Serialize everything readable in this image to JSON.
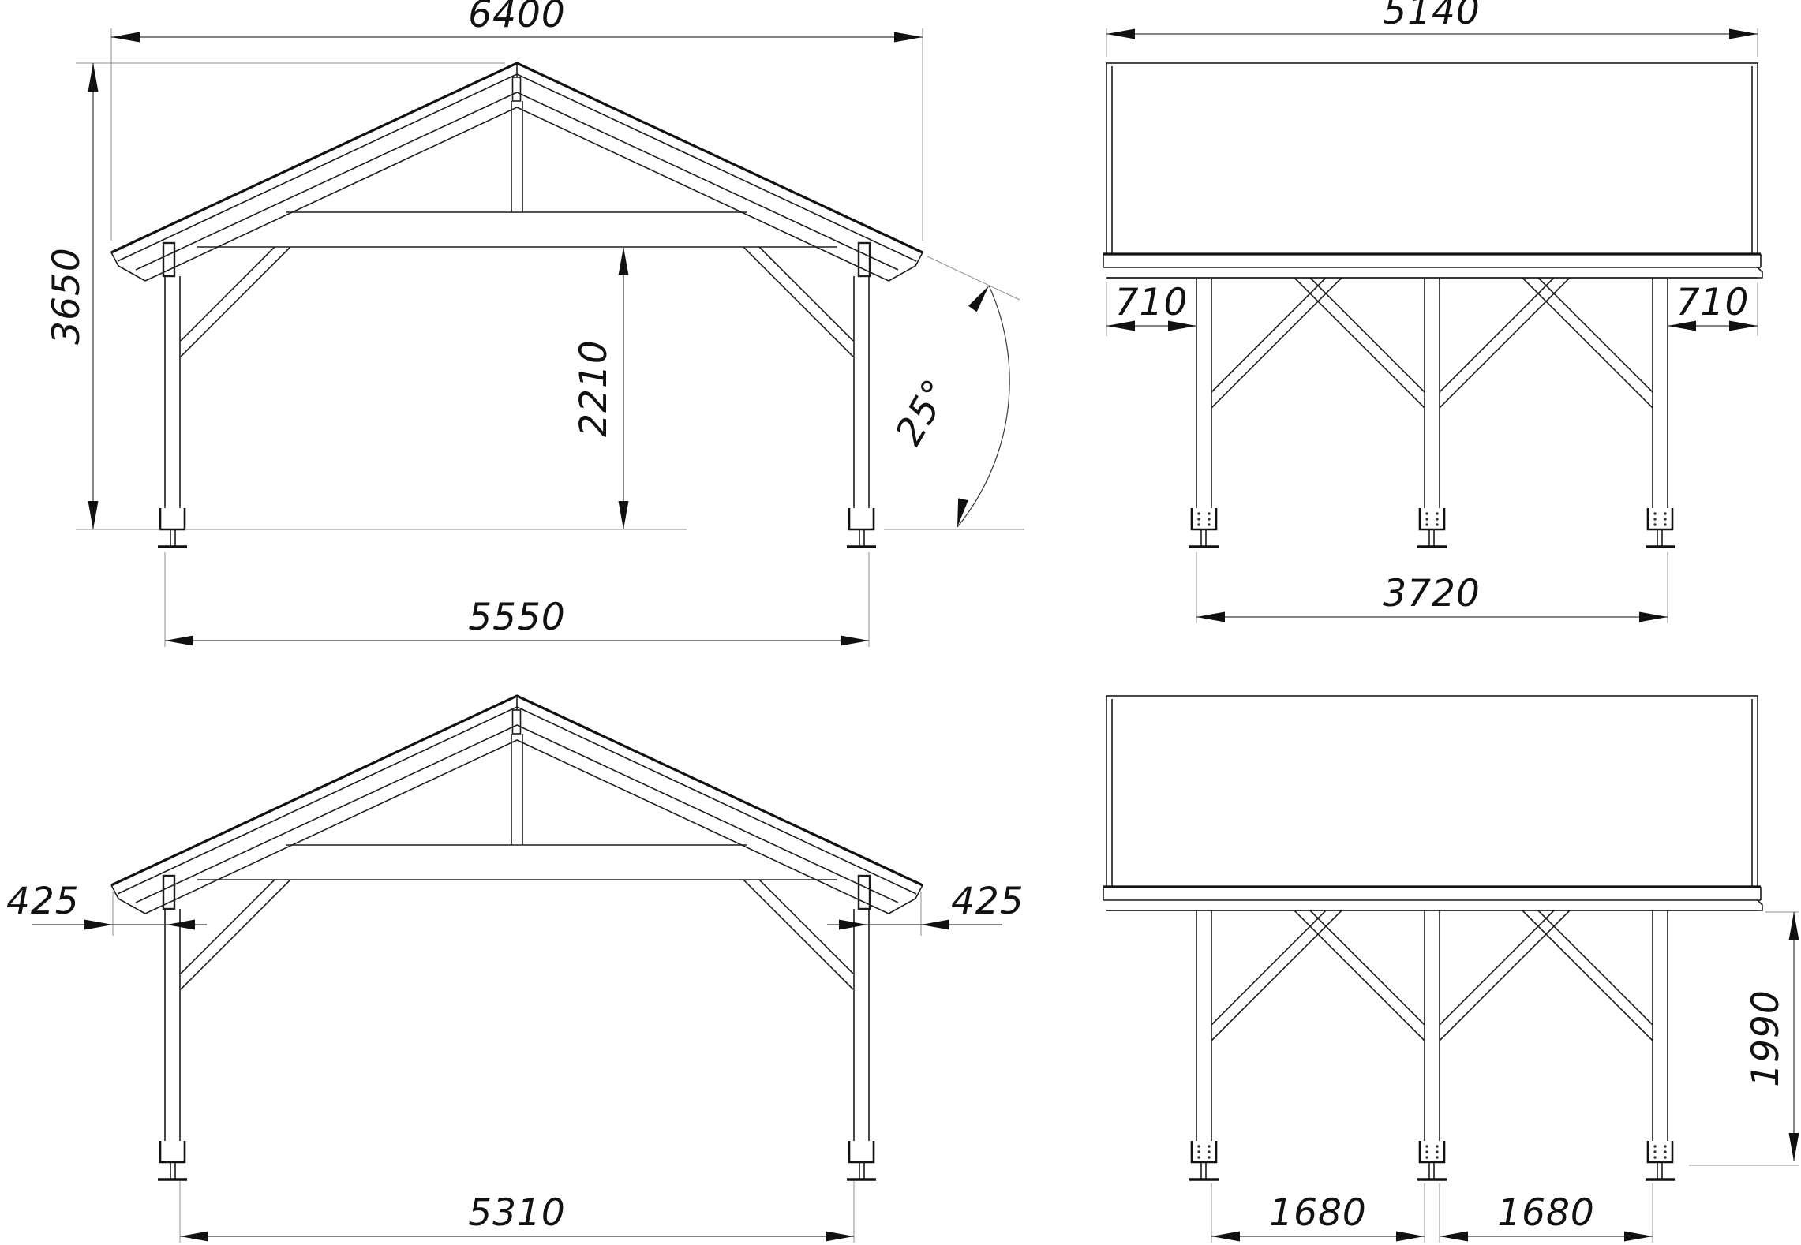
{
  "drawing": {
    "type": "technical-dimension-drawing",
    "subject": "timber carport / gazebo, four orthographic views",
    "background_color": "#ffffff",
    "line_color": "#1c1c1c",
    "dimension_text_color": "#111111",
    "units": "mm"
  },
  "dims": {
    "gable_top": {
      "roof_width": "6400",
      "total_height": "3650",
      "clear_height": "2210",
      "post_span_outer": "5550",
      "roof_pitch": "25°"
    },
    "side_top": {
      "roof_length": "5140",
      "eave_overhang_left": "710",
      "eave_overhang_right": "710",
      "post_span_outer": "3720"
    },
    "gable_bottom": {
      "eave_overhang_left": "425",
      "eave_overhang_right": "425",
      "post_span_inner": "5310"
    },
    "side_bottom": {
      "bay_spacing_left": "1680",
      "bay_spacing_right": "1680",
      "post_height": "1990"
    }
  }
}
